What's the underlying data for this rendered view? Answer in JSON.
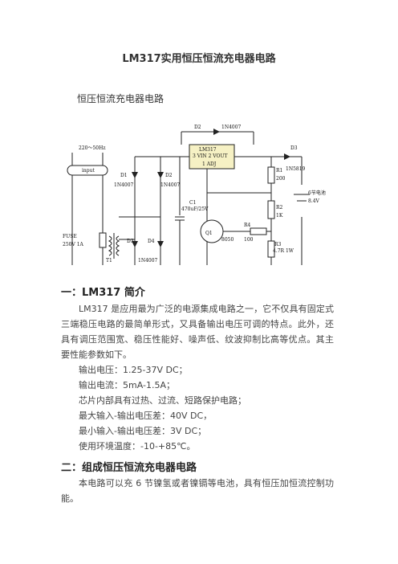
{
  "document": {
    "title": "LM317实用恒压恒流充电器电路",
    "subtitle": "恒压恒流充电器电路"
  },
  "schematic": {
    "labels": {
      "input_voltage": "220～50Hz",
      "input": "input",
      "fuse": "FUSE",
      "fuse_rating": "250V 1A",
      "transformer": "T1",
      "d1": "D1",
      "d1_part": "1N4007",
      "d2": "D2",
      "d2_part": "1N4007",
      "d3": "D3",
      "d4": "D4",
      "d34_part": "1N4007",
      "d2_top": "D2",
      "d2_top_part": "1N4007",
      "ic": "LM317",
      "ic_pins": "3 VIN  2 VOUT",
      "ic_adj": "1 ADJ",
      "c1": "C1",
      "c1_value": "470uF/25V",
      "q1": "Q1",
      "q1_part": "8050",
      "r4": "R4",
      "r4_value": "100",
      "r1": "R1",
      "r1_value": "200",
      "r2": "R2",
      "r2_value": "1K",
      "r3": "R3",
      "r3_value": "4.7R 1W",
      "d3_out": "D3",
      "d3_out_part": "1N5819",
      "battery": "6节电池",
      "battery_voltage": "8.4V"
    }
  },
  "sections": [
    {
      "heading": "一：LM317 简介",
      "intro": "LM317 是应用最为广泛的电源集成电路之一，它不仅具有固定式三端稳压电路的最简单形式，又具备输出电压可调的特点。此外，还具有调压范围宽、稳压性能好、噪声低、纹波抑制比高等优点。其主要性能参数如下。",
      "specs": [
        "输出电压：1.25-37V DC；",
        "输出电流：5mA-1.5A；",
        "芯片内部具有过热、过流、短路保护电路；",
        "最大输入-输出电压差：40V DC，",
        "最小输入-输出电压差：3V DC；",
        "使用环境温度：-10-+85℃。"
      ]
    },
    {
      "heading": "二：组成恒压恒流充电器电路",
      "intro": "本电路可以充 6 节镍氢或者镍镉等电池，具有恒压加恒流控制功能。"
    }
  ]
}
